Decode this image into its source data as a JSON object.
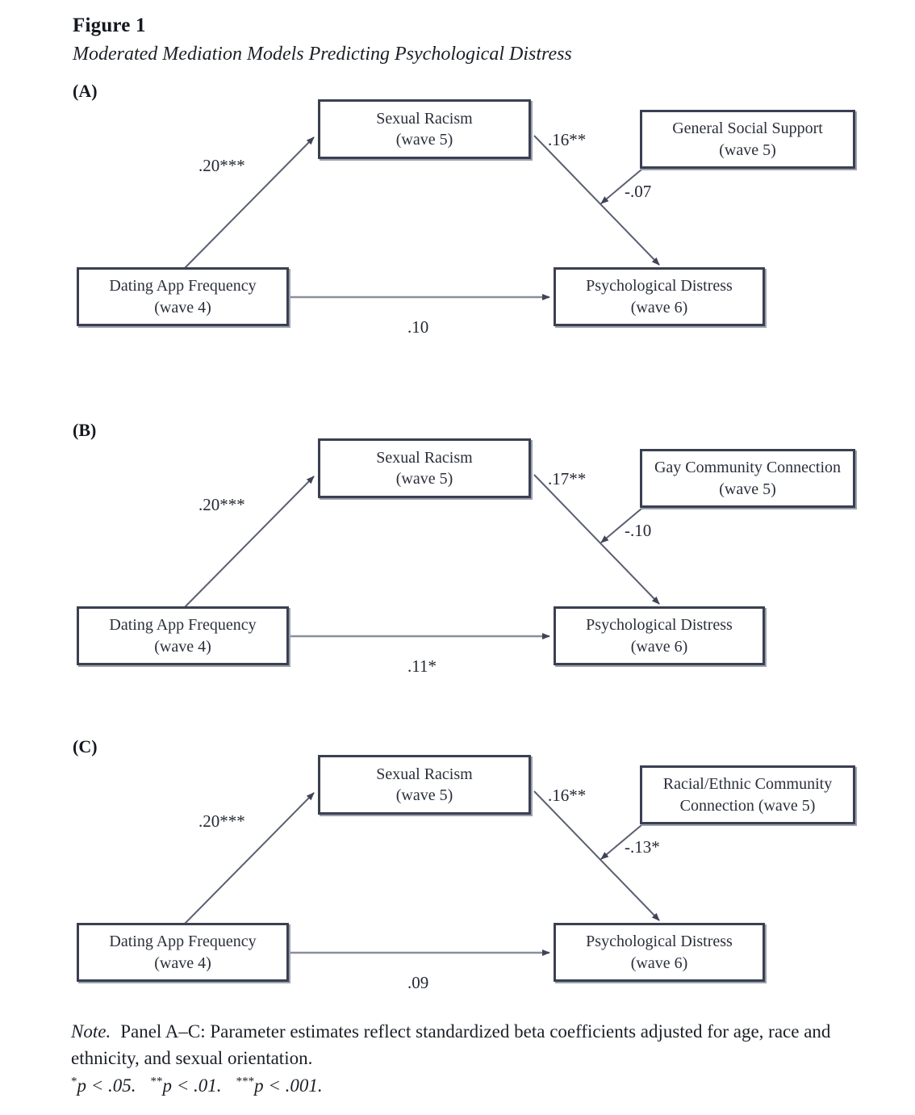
{
  "figure": {
    "number": "Figure 1",
    "title": "Moderated Mediation Models Predicting Psychological Distress"
  },
  "nodes_common": {
    "mediator_line1": "Sexual Racism",
    "mediator_line2": "(wave 5)",
    "predictor_line1": "Dating App Frequency",
    "predictor_line2": "(wave 4)",
    "outcome_line1": "Psychological Distress",
    "outcome_line2": "(wave 6)"
  },
  "panels": [
    {
      "label": "(A)",
      "moderator_line1": "General Social Support",
      "moderator_line2": "(wave 5)",
      "path_a": ".20***",
      "path_b": ".16**",
      "path_c": ".10",
      "path_moderator": "-.07"
    },
    {
      "label": "(B)",
      "moderator_line1": "Gay Community Connection",
      "moderator_line2": "(wave 5)",
      "path_a": ".20***",
      "path_b": ".17**",
      "path_c": ".11*",
      "path_moderator": "-.10"
    },
    {
      "label": "(C)",
      "moderator_line1": "Racial/Ethnic Community",
      "moderator_line2": "Connection (wave 5)",
      "path_a": ".20***",
      "path_b": ".16**",
      "path_c": ".09",
      "path_moderator": "-.13*"
    }
  ],
  "note": {
    "lead": "Note.",
    "body": "Panel A–C: Parameter estimates reflect standardized beta coefficients adjusted for age, race and ethnicity, and sexual orientation.",
    "sig1_stars": "*",
    "sig1_text": "p < .05.",
    "sig2_stars": "**",
    "sig2_text": "p < .01.",
    "sig3_stars": "***",
    "sig3_text": "p < .001."
  },
  "colors": {
    "box_border": "#3a4050",
    "arrow": "#3f4556",
    "text": "#1f2430",
    "background": "#ffffff"
  },
  "chart_data": {
    "type": "diagram",
    "title": "Moderated Mediation Models Predicting Psychological Distress",
    "models": [
      {
        "panel": "(A)",
        "predictor": "Dating App Frequency (wave 4)",
        "mediator": "Sexual Racism (wave 5)",
        "outcome": "Psychological Distress (wave 6)",
        "moderator": "General Social Support (wave 5)",
        "paths": [
          {
            "from": "Dating App Frequency (wave 4)",
            "to": "Sexual Racism (wave 5)",
            "estimate": ".20***",
            "value": 0.2
          },
          {
            "from": "Sexual Racism (wave 5)",
            "to": "Psychological Distress (wave 6)",
            "estimate": ".16**",
            "value": 0.16
          },
          {
            "from": "Dating App Frequency (wave 4)",
            "to": "Psychological Distress (wave 6)",
            "estimate": ".10",
            "value": 0.1
          },
          {
            "from": "General Social Support (wave 5)",
            "to": "Sexual Racism → Psychological Distress path",
            "estimate": "-.07",
            "value": -0.07
          }
        ]
      },
      {
        "panel": "(B)",
        "predictor": "Dating App Frequency (wave 4)",
        "mediator": "Sexual Racism (wave 5)",
        "outcome": "Psychological Distress (wave 6)",
        "moderator": "Gay Community Connection (wave 5)",
        "paths": [
          {
            "from": "Dating App Frequency (wave 4)",
            "to": "Sexual Racism (wave 5)",
            "estimate": ".20***",
            "value": 0.2
          },
          {
            "from": "Sexual Racism (wave 5)",
            "to": "Psychological Distress (wave 6)",
            "estimate": ".17**",
            "value": 0.17
          },
          {
            "from": "Dating App Frequency (wave 4)",
            "to": "Psychological Distress (wave 6)",
            "estimate": ".11*",
            "value": 0.11
          },
          {
            "from": "Gay Community Connection (wave 5)",
            "to": "Sexual Racism → Psychological Distress path",
            "estimate": "-.10",
            "value": -0.1
          }
        ]
      },
      {
        "panel": "(C)",
        "predictor": "Dating App Frequency (wave 4)",
        "mediator": "Sexual Racism (wave 5)",
        "outcome": "Psychological Distress (wave 6)",
        "moderator": "Racial/Ethnic Community Connection (wave 5)",
        "paths": [
          {
            "from": "Dating App Frequency (wave 4)",
            "to": "Sexual Racism (wave 5)",
            "estimate": ".20***",
            "value": 0.2
          },
          {
            "from": "Sexual Racism (wave 5)",
            "to": "Psychological Distress (wave 6)",
            "estimate": ".16**",
            "value": 0.16
          },
          {
            "from": "Dating App Frequency (wave 4)",
            "to": "Psychological Distress (wave 6)",
            "estimate": ".09",
            "value": 0.09
          },
          {
            "from": "Racial/Ethnic Community Connection (wave 5)",
            "to": "Sexual Racism → Psychological Distress path",
            "estimate": "-.13*",
            "value": -0.13
          }
        ]
      }
    ],
    "significance_legend": [
      "* p < .05.",
      "** p < .01.",
      "*** p < .001."
    ]
  }
}
